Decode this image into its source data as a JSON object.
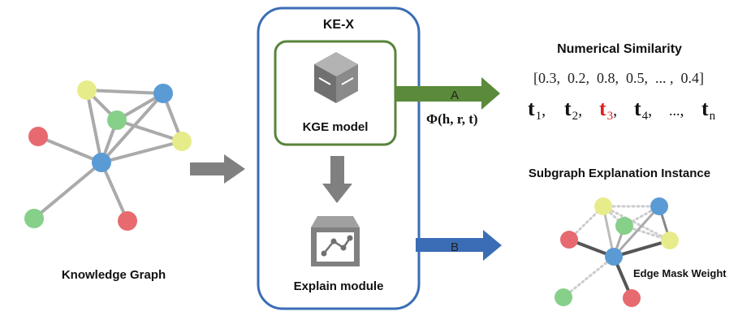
{
  "left": {
    "label": "Knowledge Graph"
  },
  "kex": {
    "title": "KE-X",
    "kge_label": "KGE model",
    "explain_label": "Explain module",
    "kge_icon": "cube-icon",
    "explain_icon": "graph-box-icon"
  },
  "arrows": {
    "a_label": "A",
    "b_label": "B",
    "phi_label": "Φ(h, r, t)"
  },
  "numeric": {
    "title": "Numerical Similarity",
    "vector": "[0.3,  0.2,  0.8,  0.5,  ... ,  0.4]",
    "tokens": [
      {
        "base": "t",
        "sub": "1",
        "highlight": false
      },
      {
        "base": "t",
        "sub": "2",
        "highlight": false
      },
      {
        "base": "t",
        "sub": "3",
        "highlight": true
      },
      {
        "base": "t",
        "sub": "4",
        "highlight": false
      },
      {
        "base": "...",
        "sub": "",
        "highlight": false
      },
      {
        "base": "t",
        "sub": "n",
        "highlight": false
      }
    ]
  },
  "subgraph": {
    "title": "Subgraph Explanation Instance",
    "edge_label": "Edge Mask Weight"
  },
  "colors": {
    "blue_box": "#3a6db5",
    "green_box": "#57843a",
    "arrow_gray": "#808080",
    "arrow_green": "#5a8a3a",
    "arrow_blue": "#3a6db5",
    "edge_gray": "#aaaaaa",
    "node_blue": "#5b9bd5",
    "node_yellow": "#e7ec8b",
    "node_green": "#86d08a",
    "node_red": "#e66a70",
    "highlight_red": "#e02020"
  }
}
